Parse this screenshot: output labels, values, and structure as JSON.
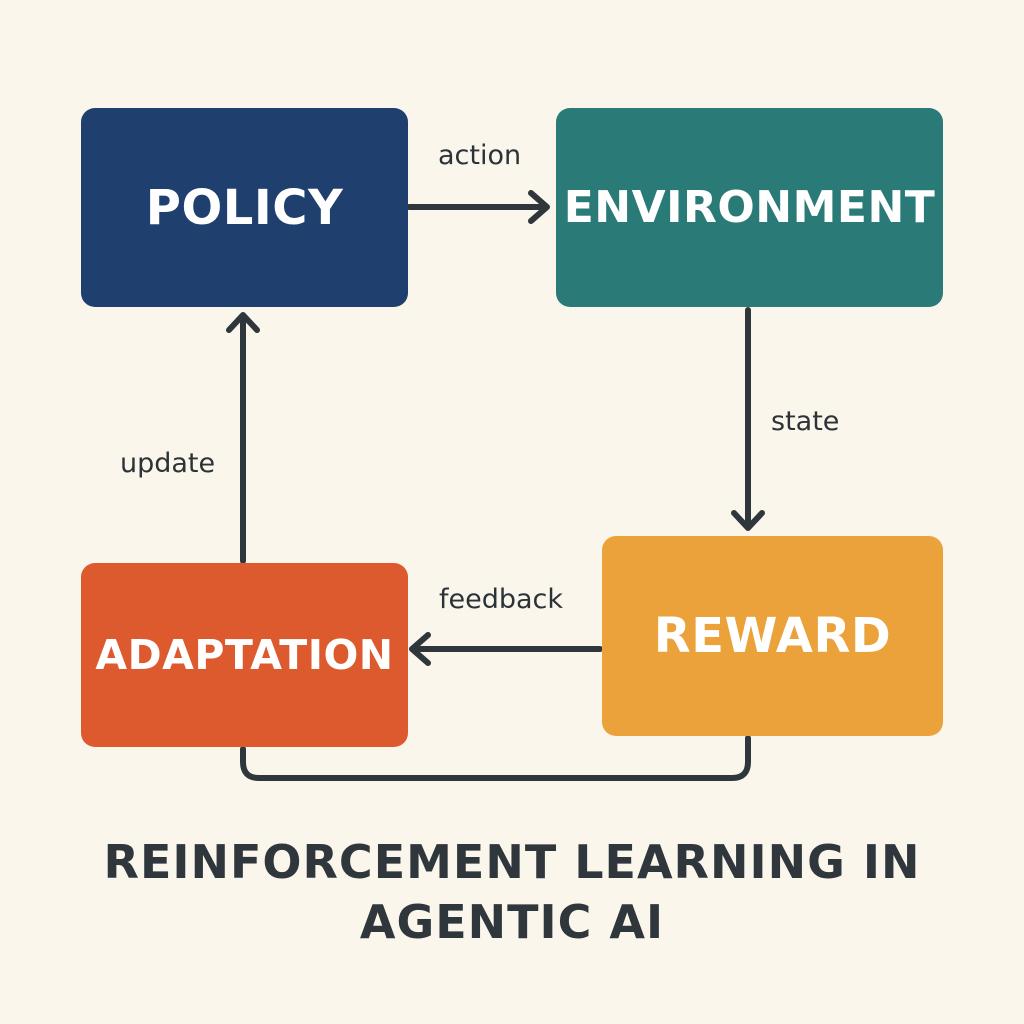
{
  "nodes": {
    "policy": {
      "label": "POLICY",
      "color": "#1f3f6e"
    },
    "environment": {
      "label": "ENVIRONMENT",
      "color": "#2a7a78"
    },
    "reward": {
      "label": "REWARD",
      "color": "#eba23a"
    },
    "adaptation": {
      "label": "ADAPTATION",
      "color": "#dd5a2e"
    }
  },
  "edges": {
    "action": "action",
    "state": "state",
    "update": "update",
    "feedback": "feedback"
  },
  "colors": {
    "background": "#fbf6ec",
    "arrow": "#2f373c",
    "text": "#2c3338"
  },
  "title": {
    "line1": "REINFORCEMENT LEARNING IN",
    "line2": "AGENTIC AI"
  }
}
